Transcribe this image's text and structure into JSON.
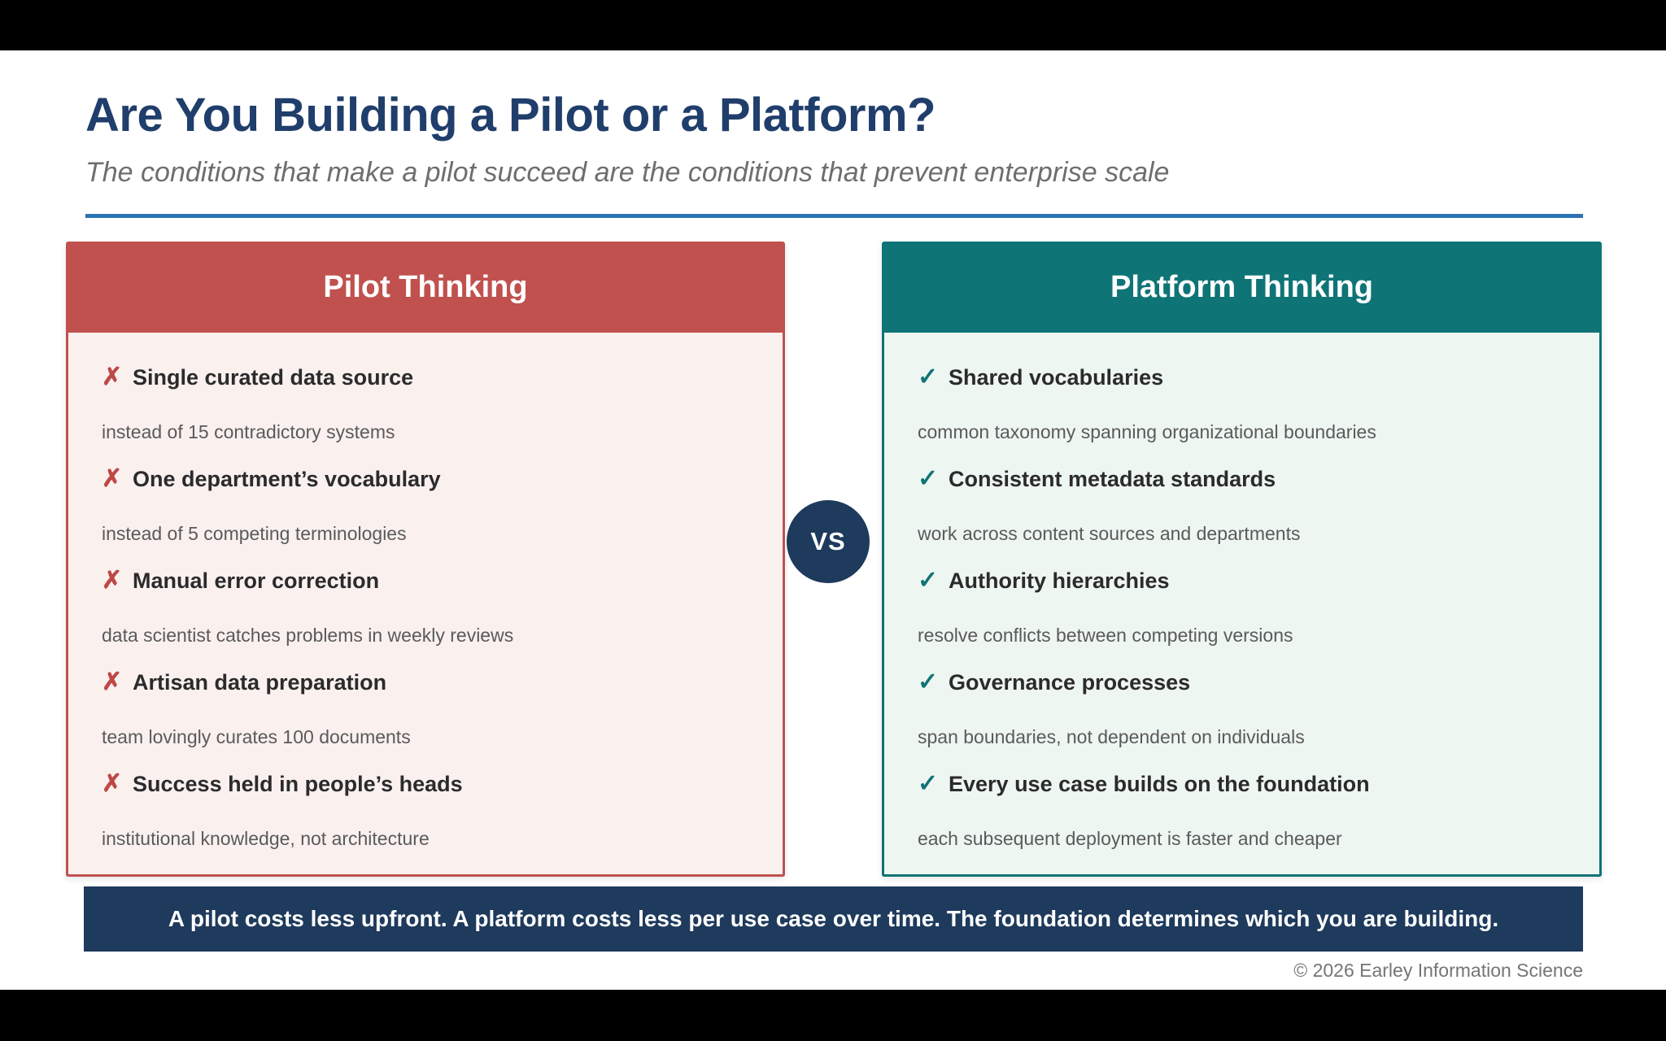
{
  "slide": {
    "title": "Are You Building a Pilot or a Platform?",
    "subtitle": "The conditions that make a pilot succeed are the conditions that prevent enterprise scale",
    "vs_label": "VS",
    "bottom_banner": "A pilot costs less upfront. A platform costs less per use case over time. The foundation determines which you are building.",
    "copyright": "© 2026 Earley Information Science"
  },
  "colors": {
    "pilot_red": "#C0514E",
    "pilot_body_bg": "#FAF1EF",
    "cross_red": "#BE4845",
    "platform_teal": "#0F7476",
    "platform_body_bg": "#EEF6F1",
    "navy": "#1E3A5C",
    "title_navy": "#203E6B",
    "rule_blue": "#2C73B4",
    "sub_text_gray": "#5A5A5A",
    "subtitle_gray": "#6E6E6E"
  },
  "cards": [
    {
      "title": "Pilot Thinking",
      "mark": "✗",
      "items": [
        {
          "label": "Single curated data source",
          "sub": "instead of 15 contradictory systems"
        },
        {
          "label": "One department’s vocabulary",
          "sub": "instead of 5 competing terminologies"
        },
        {
          "label": "Manual error correction",
          "sub": "data scientist catches problems in weekly reviews"
        },
        {
          "label": "Artisan data preparation",
          "sub": "team lovingly curates 100 documents"
        },
        {
          "label": "Success held in people’s heads",
          "sub": "institutional knowledge, not architecture"
        }
      ]
    },
    {
      "title": "Platform Thinking",
      "mark": "✓",
      "items": [
        {
          "label": "Shared vocabularies",
          "sub": "common taxonomy spanning organizational boundaries"
        },
        {
          "label": "Consistent metadata standards",
          "sub": "work across content sources and departments"
        },
        {
          "label": "Authority hierarchies",
          "sub": "resolve conflicts between competing versions"
        },
        {
          "label": "Governance processes",
          "sub": "span boundaries, not dependent on individuals"
        },
        {
          "label": "Every use case builds on the foundation",
          "sub": "each subsequent deployment is faster and cheaper"
        }
      ]
    }
  ]
}
